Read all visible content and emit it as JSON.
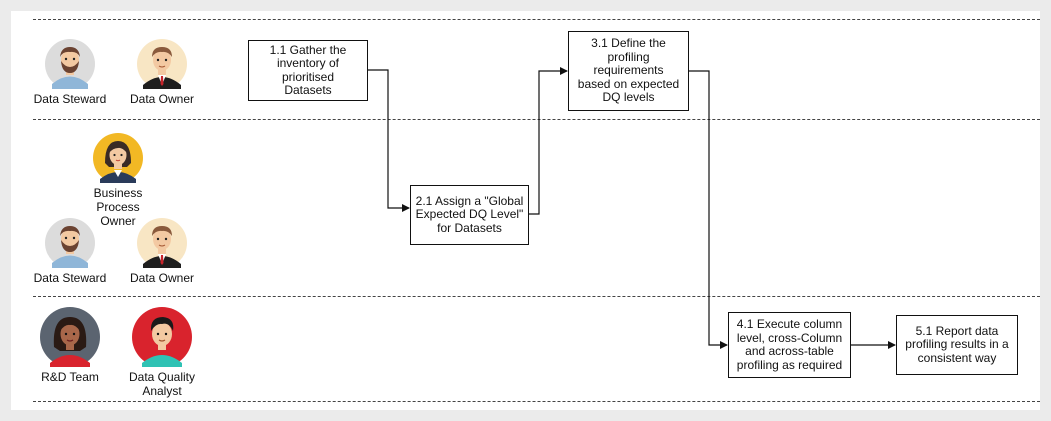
{
  "lanes": [
    {
      "actors": [
        {
          "name": "Data Steward",
          "icon": "man-beard-avatar-icon"
        },
        {
          "name": "Data Owner",
          "icon": "man-suit-avatar-icon"
        }
      ]
    },
    {
      "actors": [
        {
          "name": "Business\nProcess\nOwner",
          "icon": "woman-avatar-icon"
        },
        {
          "name": "Data Steward",
          "icon": "man-beard-avatar-icon"
        },
        {
          "name": "Data Owner",
          "icon": "man-suit-avatar-icon"
        }
      ]
    },
    {
      "actors": [
        {
          "name": "R&D Team",
          "icon": "woman-dark-avatar-icon"
        },
        {
          "name": "Data Quality\nAnalyst",
          "icon": "man-red-avatar-icon"
        }
      ]
    }
  ],
  "steps": [
    {
      "id": "1.1",
      "text": "1.1 Gather the\ninventory of prioritised\nDatasets"
    },
    {
      "id": "2.1",
      "text": "2.1 Assign a \"Global\nExpected DQ Level\"\nfor Datasets"
    },
    {
      "id": "3.1",
      "text": "3.1 Define the\nprofiling requirements\nbased on expected\nDQ levels"
    },
    {
      "id": "4.1",
      "text": "4.1 Execute column\nlevel, cross-Column\nand across-table\nprofiling as required"
    },
    {
      "id": "5.1",
      "text": "5.1 Report data\nprofiling results in a\nconsistent way"
    }
  ],
  "flows": [
    {
      "from": "1.1",
      "to": "2.1"
    },
    {
      "from": "2.1",
      "to": "3.1"
    },
    {
      "from": "3.1",
      "to": "4.1"
    },
    {
      "from": "4.1",
      "to": "5.1"
    }
  ],
  "colors": {
    "background": "#ebebeb",
    "canvas": "#ffffff",
    "skin": "#f3c9a2",
    "dark_skin": "#a8674a",
    "beard": "#6b4332",
    "hair_brown": "#8a5a3c",
    "shirt_blue": "#8fb6d8",
    "suit": "#1e1e1e",
    "tie_red": "#c8242b",
    "circle_gray": "#dcdcdc",
    "circle_beige": "#f8e6c4",
    "circle_yellow": "#f2b824",
    "circle_slate": "#5b6470",
    "circle_red": "#d9232d",
    "shirt_teal": "#2fc2b4"
  }
}
